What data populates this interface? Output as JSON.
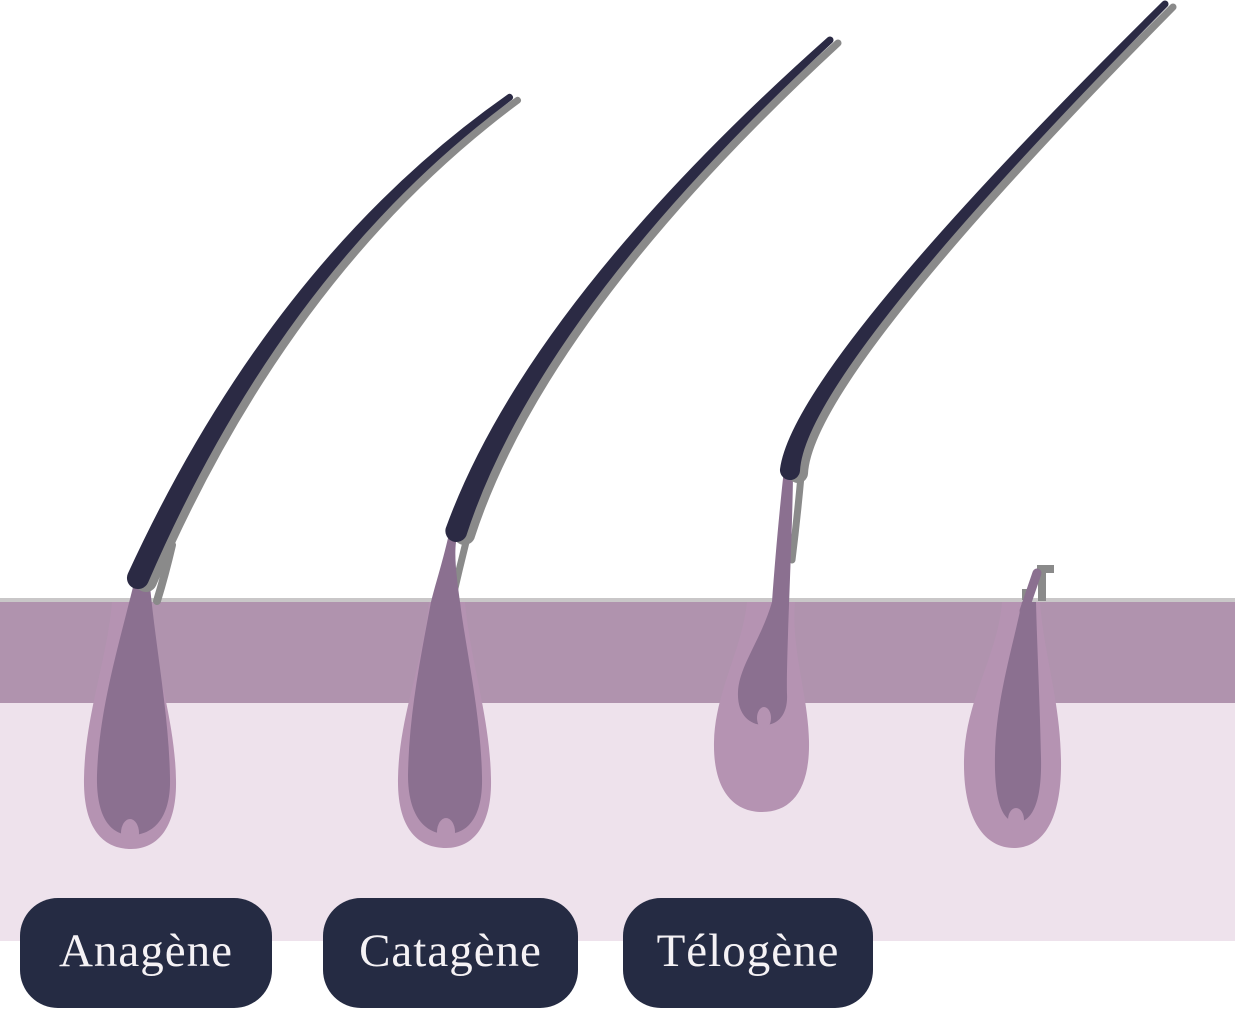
{
  "diagram": {
    "phases": [
      {
        "id": "anagene",
        "label": "Anagène"
      },
      {
        "id": "catagene",
        "label": "Catagène"
      },
      {
        "id": "telogene",
        "label": "Télogène"
      }
    ],
    "colors": {
      "background": "#ffffff",
      "epidermis_line": "#c9c7c8",
      "epidermis": "#b093ae",
      "dermis": "#eee2ec",
      "follicle_outer": "#b593b2",
      "hair_root": "#8b7090",
      "hair_shaft": "#2b2a44",
      "hair_shadow": "#8a8a8a",
      "label_pill": "#252b43",
      "label_text": "#f5f2f5"
    }
  }
}
